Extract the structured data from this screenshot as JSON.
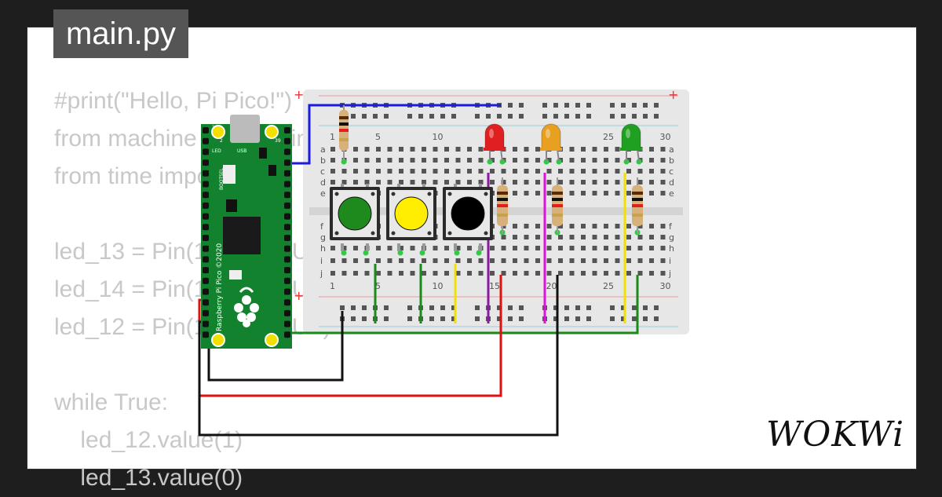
{
  "editor": {
    "file_tab": "main.py",
    "code_lines": [
      "#print(\"Hello, Pi Pico!\")",
      "from machine import Pin",
      "from time import sleep",
      "",
      "led_13 = Pin(13, Pin.OUT)",
      "led_14 = Pin(14, Pin.OUT)",
      "led_12 = Pin(12, Pin.OUT)",
      "",
      "while True:",
      "    led_12.value(1)",
      "    led_13.value(0)"
    ]
  },
  "board": {
    "silkscreen": "Raspberry Pi Pico ©2020",
    "usb_label": "USB",
    "led_label": "LED",
    "bootsel_label": "BOOTSEL",
    "pin_1": "1",
    "pin_2": "2",
    "pin_39": "39"
  },
  "breadboard": {
    "column_labels": [
      "1",
      "5",
      "10",
      "15",
      "20",
      "25",
      "30"
    ],
    "row_labels_top": [
      "a",
      "b",
      "c",
      "d",
      "e"
    ],
    "row_labels_bottom": [
      "f",
      "g",
      "h",
      "i",
      "j"
    ],
    "rail_plus": "+"
  },
  "components": {
    "leds": [
      {
        "name": "red-led",
        "color": "#e02020"
      },
      {
        "name": "orange-led",
        "color": "#e8a020"
      },
      {
        "name": "green-led",
        "color": "#20a020"
      }
    ],
    "buttons": [
      {
        "name": "green-button",
        "color": "#1e8a1e"
      },
      {
        "name": "yellow-button",
        "color": "#ffee00"
      },
      {
        "name": "black-button",
        "color": "#000000"
      }
    ]
  },
  "brand": {
    "logo": "WOKWi"
  }
}
